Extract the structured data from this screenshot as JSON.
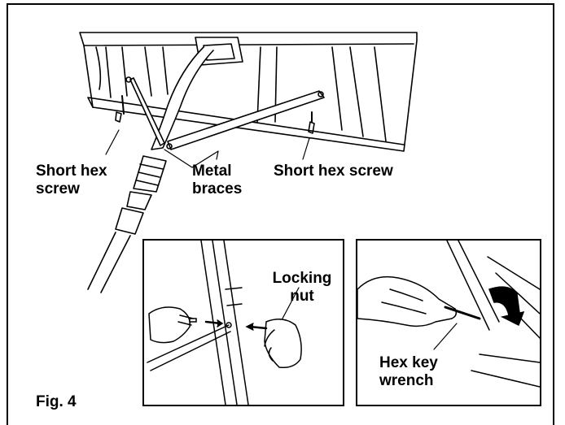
{
  "figure": {
    "fig_label": "Fig. 4"
  },
  "main_illustration": {
    "label_short_hex_screw_left": [
      "Short hex",
      "screw"
    ],
    "label_metal_braces": [
      "Metal",
      "braces"
    ],
    "label_short_hex_screw_right": "Short hex screw"
  },
  "inset_left": {
    "label_locking_nut": [
      "Locking",
      "nut"
    ]
  },
  "inset_right": {
    "label_hex_key_wrench": [
      "Hex key",
      "wrench"
    ]
  },
  "colors": {
    "ink": "#000000",
    "paper": "#ffffff"
  }
}
